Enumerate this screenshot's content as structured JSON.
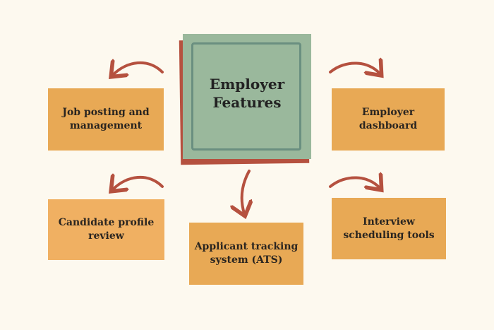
{
  "center": {
    "title_line1": "Employer",
    "title_line2": "Features"
  },
  "features": [
    {
      "line1": "Job posting and",
      "line2": "management"
    },
    {
      "line1": "Employer",
      "line2": "dashboard"
    },
    {
      "line1": "Candidate profile",
      "line2": "review"
    },
    {
      "line1": "Applicant tracking",
      "line2": "system (ATS)"
    },
    {
      "line1": "Interview",
      "line2": "scheduling tools"
    }
  ],
  "colors": {
    "background": "#fdf9ef",
    "center": "#9ab89c",
    "accent": "#b5513f",
    "box": "#e8a955"
  }
}
